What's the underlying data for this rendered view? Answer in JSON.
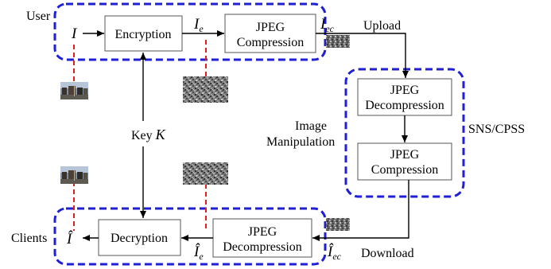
{
  "labels": {
    "user": "User",
    "clients": "Clients",
    "upload": "Upload",
    "download": "Download",
    "sns": "SNS/CPSS",
    "image_manip_1": "Image",
    "image_manip_2": "Manipulation",
    "key": "Key",
    "key_var": "K"
  },
  "boxes": {
    "encryption": "Encryption",
    "jpeg_comp_top_1": "JPEG",
    "jpeg_comp_top_2": "Compression",
    "jpeg_decomp_right_1": "JPEG",
    "jpeg_decomp_right_2": "Decompression",
    "jpeg_comp_right_1": "JPEG",
    "jpeg_comp_right_2": "Compression",
    "jpeg_decomp_bottom_1": "JPEG",
    "jpeg_decomp_bottom_2": "Decompression",
    "decryption": "Decryption"
  },
  "symbols": {
    "I": "I",
    "Ie_base": "I",
    "Ie_sub": "e",
    "Iec_base": "I",
    "Iec_sub": "ec",
    "Ihat": "Î",
    "Ihat_e_base": "Î",
    "Ihat_e_sub": "e",
    "Ihat_ec_base": "Î",
    "Ihat_ec_sub": "ec"
  },
  "colors": {
    "dashed_box": "#1f1fd6",
    "red_dash": "#e0201a",
    "line": "#000000",
    "noise_dark": "#4a4a4a",
    "noise_light": "#9a9a9a"
  }
}
